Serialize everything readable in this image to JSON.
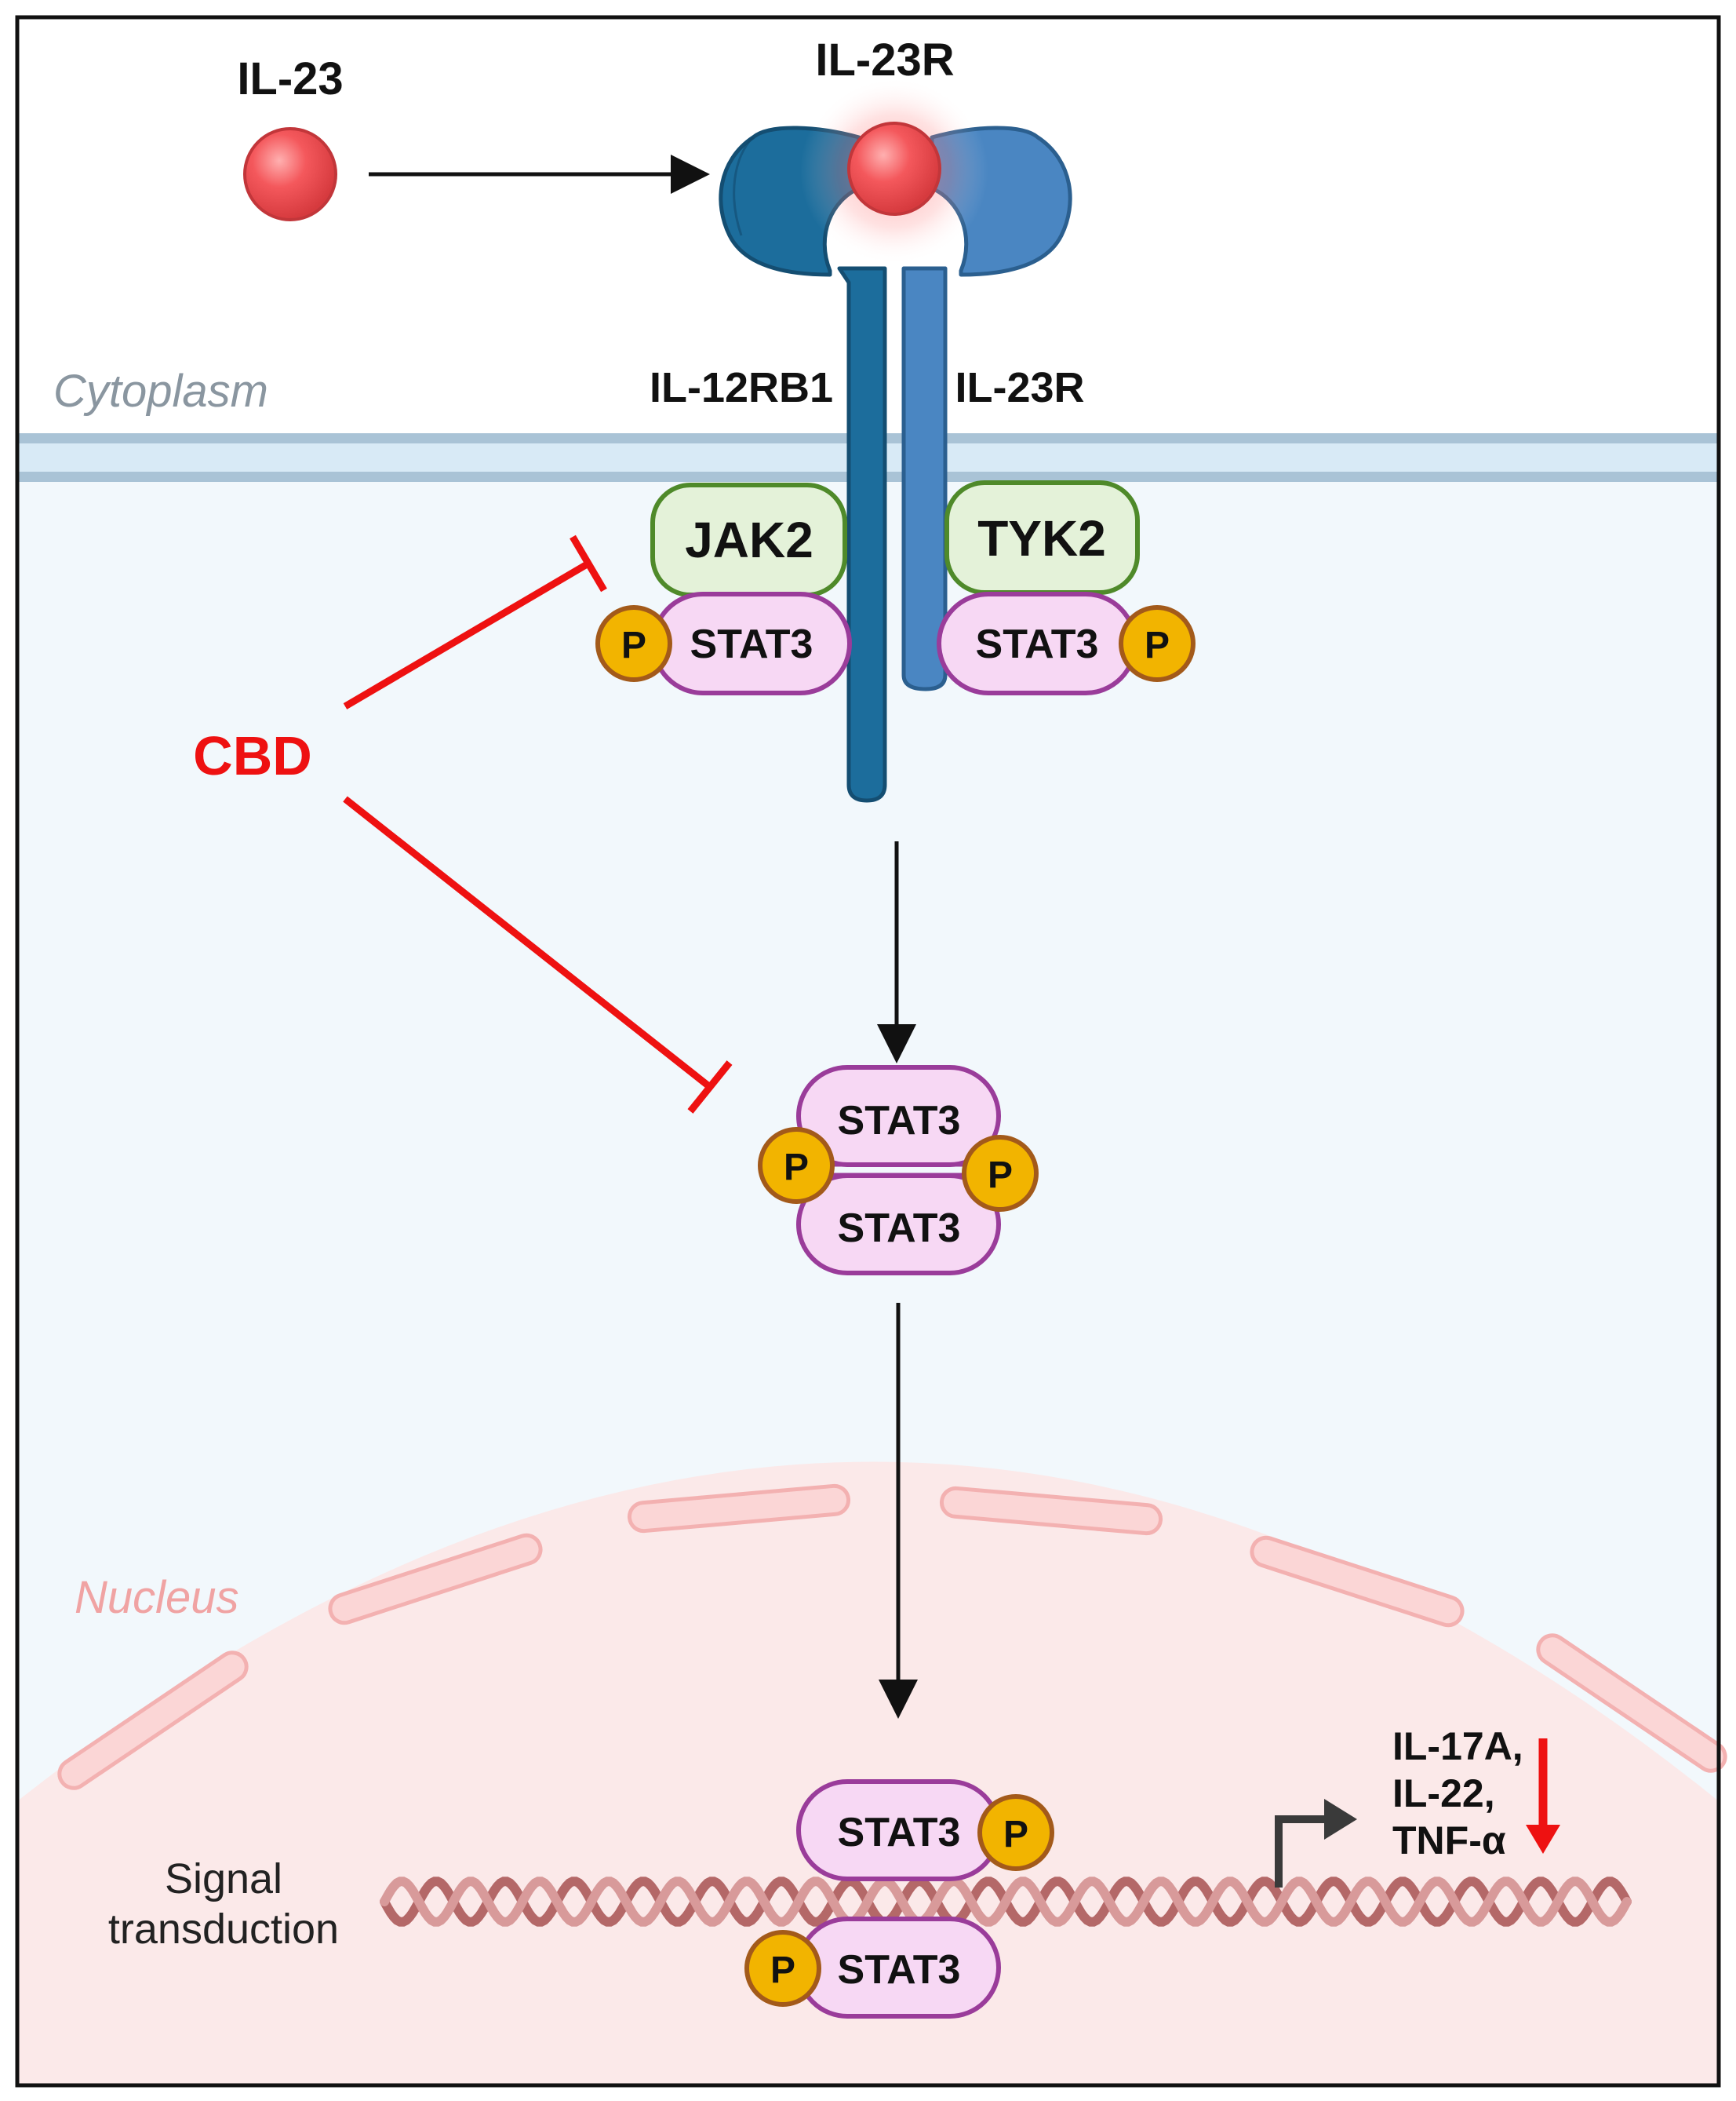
{
  "labels": {
    "il23": "IL-23",
    "il23r_top": "IL-23R",
    "cytoplasm": "Cytoplasm",
    "il12rb1": "IL-12RB1",
    "il23r_side": "IL-23R",
    "jak2": "JAK2",
    "tyk2": "TYK2",
    "stat3": "STAT3",
    "p": "P",
    "cbd": "CBD",
    "nucleus": "Nucleus",
    "signal_line1": "Signal",
    "signal_line2": "transduction",
    "genes_line1": "IL-17A,",
    "genes_line2": "IL-22,",
    "genes_line3": "TNF-α"
  },
  "colors": {
    "cbd_red": "#ee1111",
    "ligand": "#f0555a",
    "receptor_left": "#1c6d9c",
    "receptor_right": "#4a86c2",
    "kinase_fill": "#e4f2d9",
    "kinase_stroke": "#4f8a2a",
    "stat_fill": "#f7d8f4",
    "stat_stroke": "#9a3c9a",
    "phospho_fill": "#f2b400",
    "phospho_stroke": "#a35a1a",
    "cytoplasm_bg": "#f2f8fc",
    "nucleus_bg": "#fbe9e9",
    "membrane": "#a9c3d6",
    "dna": "#b46868"
  }
}
